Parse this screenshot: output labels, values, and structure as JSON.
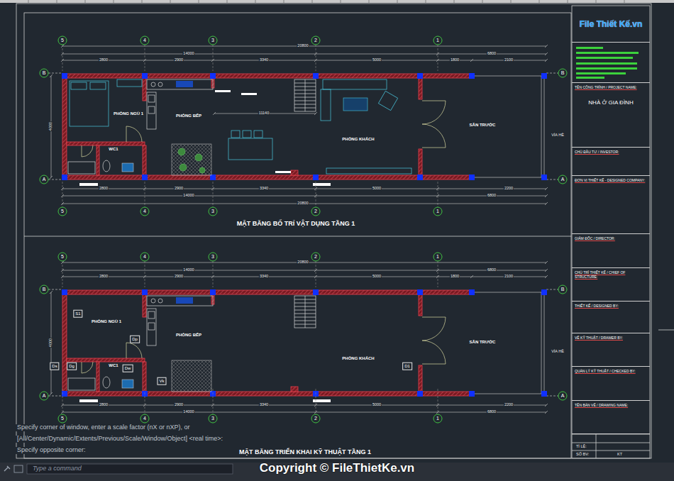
{
  "diagram": {
    "nodes": [
      {
        "text": [
          "PHÒNG NGỦ 1"
        ]
      },
      {
        "text": [
          "PHÒNG BẾP"
        ]
      },
      {
        "text": [
          "PHÒNG KHÁCH"
        ]
      },
      {
        "text": [
          "SÂN TRƯỚC"
        ]
      },
      {
        "text": [
          "WC1"
        ]
      },
      {
        "text": [
          "PHÒNG NGỦ 1"
        ]
      },
      {
        "text": [
          "PHÒNG BẾP"
        ]
      },
      {
        "text": [
          "PHÒNG KHÁCH"
        ]
      },
      {
        "text": [
          "SÂN TRƯỚC"
        ]
      },
      {
        "text": [
          "WC1"
        ]
      },
      {
        "text": [
          "S1"
        ]
      },
      {
        "text": [
          "Dp"
        ]
      },
      {
        "text": [
          "Ds"
        ]
      },
      {
        "text": [
          "Dg"
        ]
      },
      {
        "text": [
          "Dw"
        ]
      },
      {
        "text": [
          "Vk"
        ]
      },
      {
        "text": [
          "D1"
        ]
      },
      {
        "text": [
          "File Thiết Kế.vn"
        ]
      },
      {
        "text": [
          "TÊN CÔNG TRÌNH / PROJECT NAME:",
          "NHÀ Ở GIA ĐÌNH"
        ]
      },
      {
        "text": [
          "CHỦ ĐẦU TƯ / INVESTOR:"
        ]
      },
      {
        "text": [
          "ĐƠN VỊ THIẾT KẾ - DESIGNED COMPANY:"
        ]
      },
      {
        "text": [
          "GIÁM ĐỐC / DIRECTOR:"
        ]
      },
      {
        "text": [
          "CHỦ TRÌ THIẾT KẾ / CHIEF OF STRUCTURE:"
        ]
      },
      {
        "text": [
          "THIẾT KẾ / DESIGNED BY:"
        ]
      },
      {
        "text": [
          "VẼ KỸ THUẬT / DRAWER BY:"
        ]
      },
      {
        "text": [
          "QUẢN LÝ KỸ THUẬT / CHECKED BY:"
        ]
      },
      {
        "text": [
          "TÊN BẢN VẼ / DRAWING NAME:"
        ]
      }
    ],
    "labels": [
      "MẶT BẰNG BỐ TRÍ VẬT DỤNG TẦNG 1",
      "MẶT BẰNG TRIỂN KHAI KỸ THUẬT TẦNG 1",
      "5",
      "4",
      "3",
      "2",
      "1",
      "5",
      "4",
      "3",
      "2",
      "1",
      "B",
      "A",
      "B",
      "A",
      "5",
      "4",
      "3",
      "2",
      "1",
      "5",
      "4",
      "3",
      "2",
      "1",
      "B",
      "A",
      "B",
      "A",
      "20800",
      "14000",
      "6800",
      "2800",
      "2900",
      "3340",
      "5000",
      "1800",
      "2100",
      "11140",
      "4000",
      "2800",
      "2900",
      "3340",
      "5000",
      "2200",
      "14000",
      "6800",
      "20800",
      "20800",
      "14000",
      "6800",
      "2800",
      "2900",
      "3340",
      "5000",
      "1800",
      "2100",
      "4000",
      "2800",
      "2900",
      "3340",
      "5000",
      "2200",
      "14000",
      "6800",
      "VỈA HÈ",
      "VỈA HÈ",
      "Specify corner of window, enter a scale factor (nX or nXP), or",
      "[All/Center/Dynamic/Extents/Previous/Scale/Window/Object] <real time>:",
      "Specify opposite corner:",
      "Type a command",
      "Copyright © FileThietKe.vn",
      "TỈ LỆ:",
      "SỐ BV:",
      "KT"
    ]
  }
}
